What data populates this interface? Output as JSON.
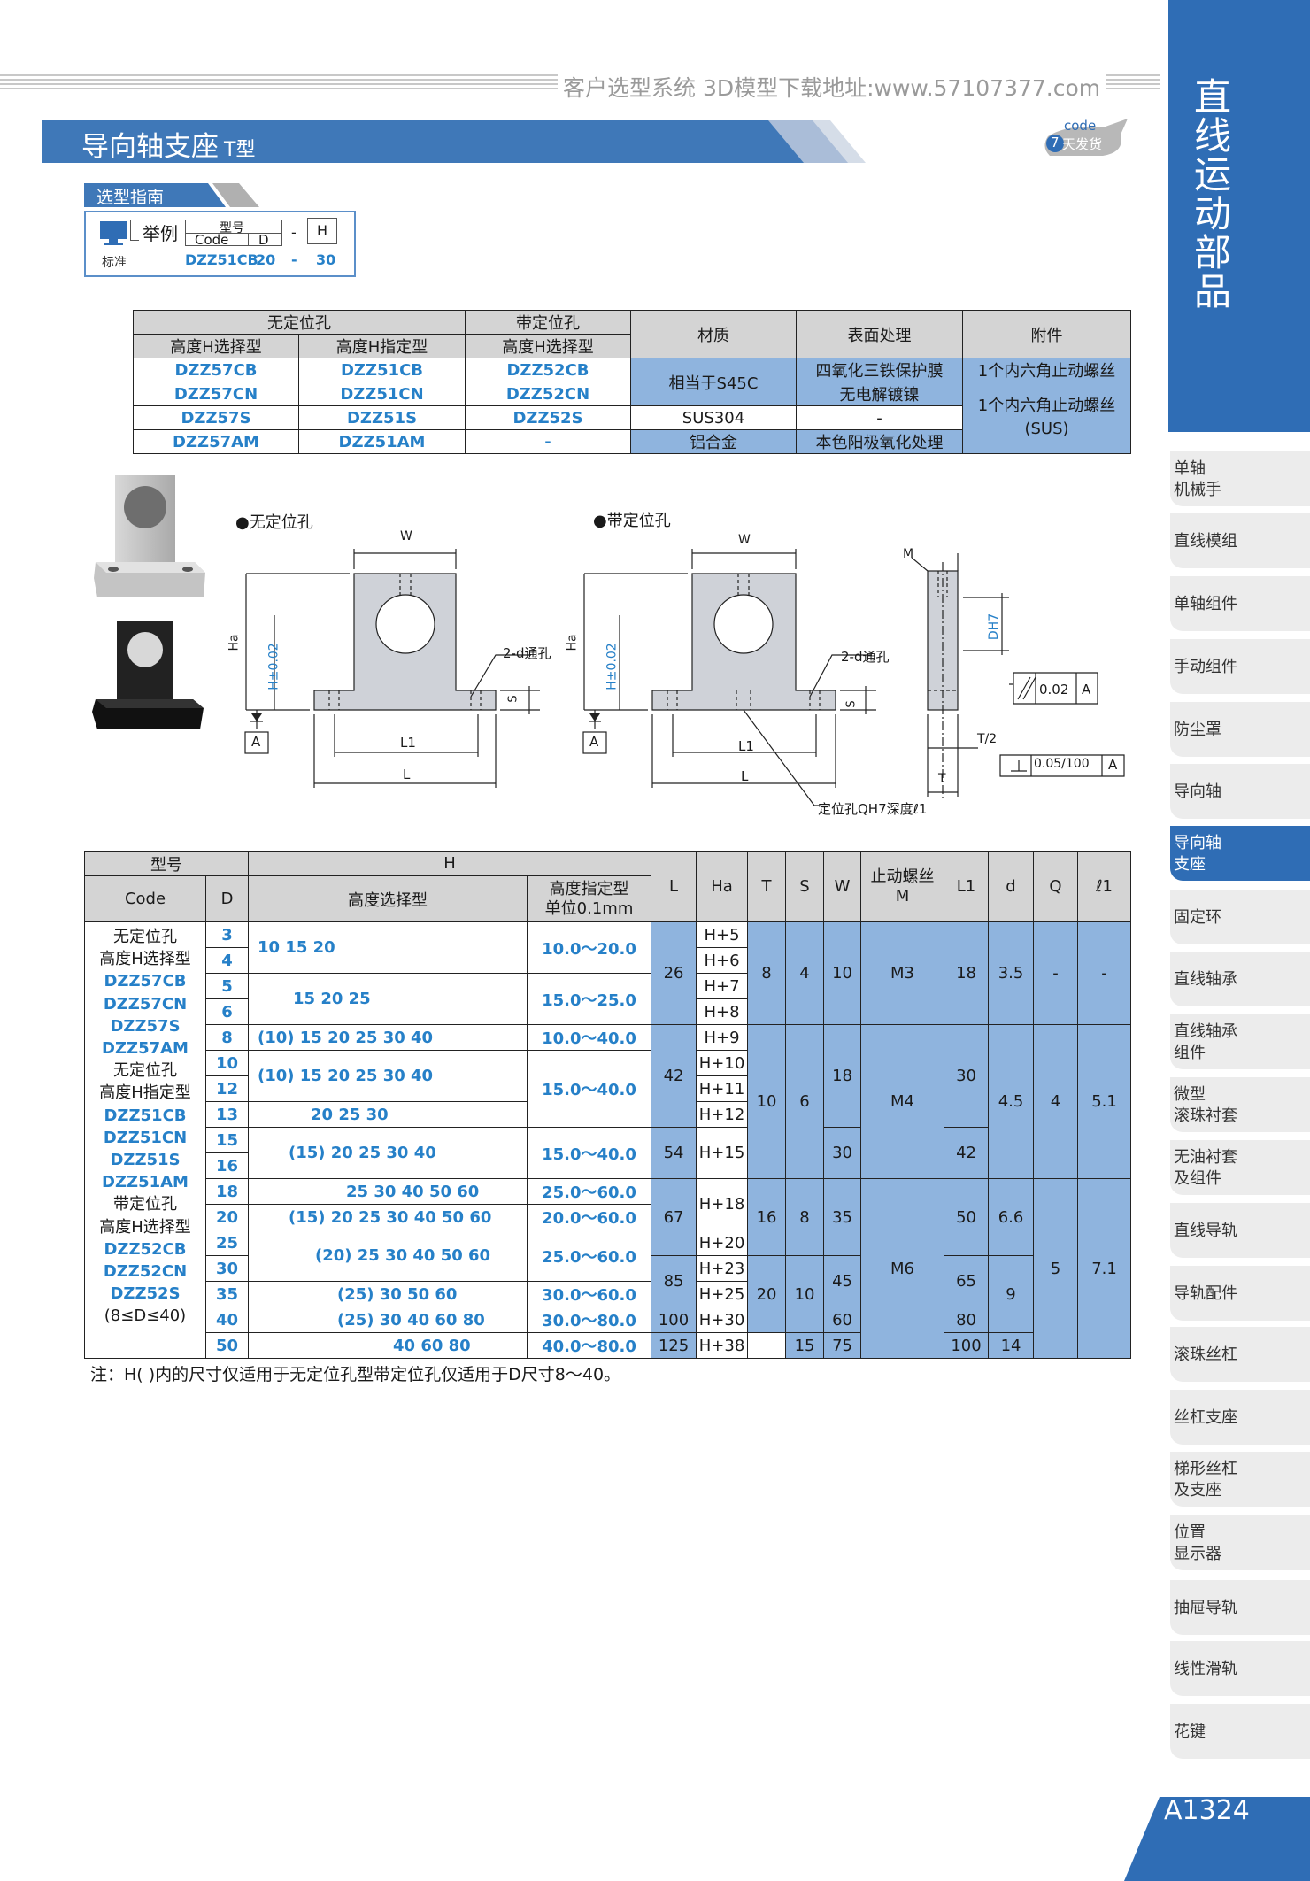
{
  "header": {
    "site": "客户选型系统  3D模型下载地址:www.57107377.com",
    "title": "导向轴支座",
    "title_suffix": "T型",
    "badge_code": "code",
    "badge_num": "7",
    "badge_text": "天发货"
  },
  "guide": {
    "label": "选型指南",
    "example": "举例",
    "type_label": "型号",
    "code_label": "Code",
    "d_label": "D",
    "dash": "-",
    "h_label": "H",
    "std": "标准",
    "sample_code": "DZZ51CB",
    "sample_d": "20",
    "sample_dash": "-",
    "sample_h": "30"
  },
  "sidebar": {
    "title": "直线运动部品",
    "items": [
      "单轴\n机械手",
      "直线模组",
      "单轴组件",
      "手动组件",
      "防尘罩",
      "导向轴",
      "导向轴\n支座",
      "固定环",
      "直线轴承",
      "直线轴承\n组件",
      "微型\n滚珠衬套",
      "无油衬套\n及组件",
      "直线导轨",
      "导轨配件",
      "滚珠丝杠",
      "丝杠支座",
      "梯形丝杠\n及支座",
      "位置\n显示器",
      "抽屉导轨",
      "线性滑轨",
      "花键"
    ],
    "active": 6,
    "page": "A1324"
  },
  "material_table": {
    "h_no_pos": "无定位孔",
    "h_pos": "带定位孔",
    "h_material": "材质",
    "h_surface": "表面处理",
    "h_acc": "附件",
    "h_sel": "高度H选择型",
    "h_spec": "高度H指定型",
    "h_sel2": "高度H选择型",
    "rows": [
      [
        "DZZ57CB",
        "DZZ51CB",
        "DZZ52CB"
      ],
      [
        "DZZ57CN",
        "DZZ51CN",
        "DZZ52CN"
      ],
      [
        "DZZ57S",
        "DZZ51S",
        "DZZ52S"
      ],
      [
        "DZZ57AM",
        "DZZ51AM",
        "-"
      ]
    ],
    "mat": [
      "相当于S45C",
      "SUS304",
      "铝合金"
    ],
    "surf": [
      "四氧化三铁保护膜",
      "无电解镀镍",
      "-",
      "本色阳极氧化处理"
    ],
    "acc": [
      "1个内六角止动螺丝",
      "1个内六角止动螺丝\n(SUS)"
    ]
  },
  "drawing": {
    "no_pos": "●无定位孔",
    "pos": "●带定位孔",
    "W": "W",
    "Ha": "Ha",
    "H": "H±0.02",
    "hole": "2-d通孔",
    "S": "S",
    "A": "A",
    "L1": "L1",
    "L": "L",
    "M": "M",
    "DH7": "DH7",
    "tol1": "0.02",
    "T2": "T/2",
    "tol2": "0.05/100",
    "T": "T",
    "pin": "定位孔QH7深度ℓ1"
  },
  "spec_table": {
    "h_model": "型号",
    "h_H": "H",
    "h_code": "Code",
    "h_D": "D",
    "h_sel": "高度选择型",
    "h_spec": "高度指定型\n单位0.1mm",
    "cols": [
      "L",
      "Ha",
      "T",
      "S",
      "W",
      "止动螺丝\nM",
      "L1",
      "d",
      "Q",
      "ℓ1"
    ],
    "codes": [
      "无定位孔",
      "高度H选择型",
      "DZZ57CB",
      "DZZ57CN",
      "DZZ57S",
      "DZZ57AM",
      "无定位孔",
      "高度H指定型",
      "DZZ51CB",
      "DZZ51CN",
      "DZZ51S",
      "DZZ51AM",
      "带定位孔",
      "高度H选择型",
      "DZZ52CB",
      "DZZ52CN",
      "DZZ52S",
      "(8≤D≤40)"
    ],
    "D": [
      "3",
      "4",
      "5",
      "6",
      "8",
      "10",
      "12",
      "13",
      "15",
      "16",
      "18",
      "20",
      "25",
      "30",
      "35",
      "40",
      "50"
    ],
    "sel": [
      "10  15  20",
      "15  20  25",
      "(10)  15  20  25  30  40",
      "(10)  15  20  25  30  40",
      "20  25  30",
      "(15) 20  25  30  40",
      "25  30  40  50  60",
      "(15) 20  25  30  40  50  60",
      "(20) 25  30  40  50  60",
      "(25) 30      50  60",
      "(25) 30  40      60  80",
      "40      60  80"
    ],
    "spec": [
      "10.0～20.0",
      "15.0～25.0",
      "10.0～40.0",
      "15.0～40.0",
      "15.0～40.0",
      "25.0～60.0",
      "20.0～60.0",
      "25.0～60.0",
      "30.0～60.0",
      "30.0～80.0",
      "40.0～80.0"
    ],
    "L": [
      "26",
      "42",
      "54",
      "67",
      "85",
      "100",
      "125"
    ],
    "Ha": [
      "H+5",
      "H+6",
      "H+7",
      "H+8",
      "H+9",
      "H+10",
      "H+11",
      "H+12",
      "H+15",
      "H+18",
      "H+20",
      "H+23",
      "H+25",
      "H+30",
      "H+38"
    ],
    "T": [
      "8",
      "10",
      "16",
      "20"
    ],
    "S": [
      "4",
      "6",
      "8",
      "10",
      "15"
    ],
    "W": [
      "10",
      "18",
      "30",
      "35",
      "45",
      "60",
      "75"
    ],
    "M": [
      "M3",
      "M4",
      "M6"
    ],
    "L1": [
      "18",
      "30",
      "42",
      "50",
      "65",
      "80",
      "100"
    ],
    "d": [
      "3.5",
      "4.5",
      "6.6",
      "9",
      "14"
    ],
    "Q": [
      "-",
      "4",
      "5"
    ],
    "l1": [
      "-",
      "5.1",
      "7.1"
    ]
  },
  "note": "注：H( )内的尺寸仅适用于无定位孔型带定位孔仅适用于D尺寸8～40。",
  "colors": {
    "blue": "#2f6db5",
    "cellblue": "#8fb4de",
    "gray": "#d4d4d4",
    "codeblue": "#2680c8"
  }
}
